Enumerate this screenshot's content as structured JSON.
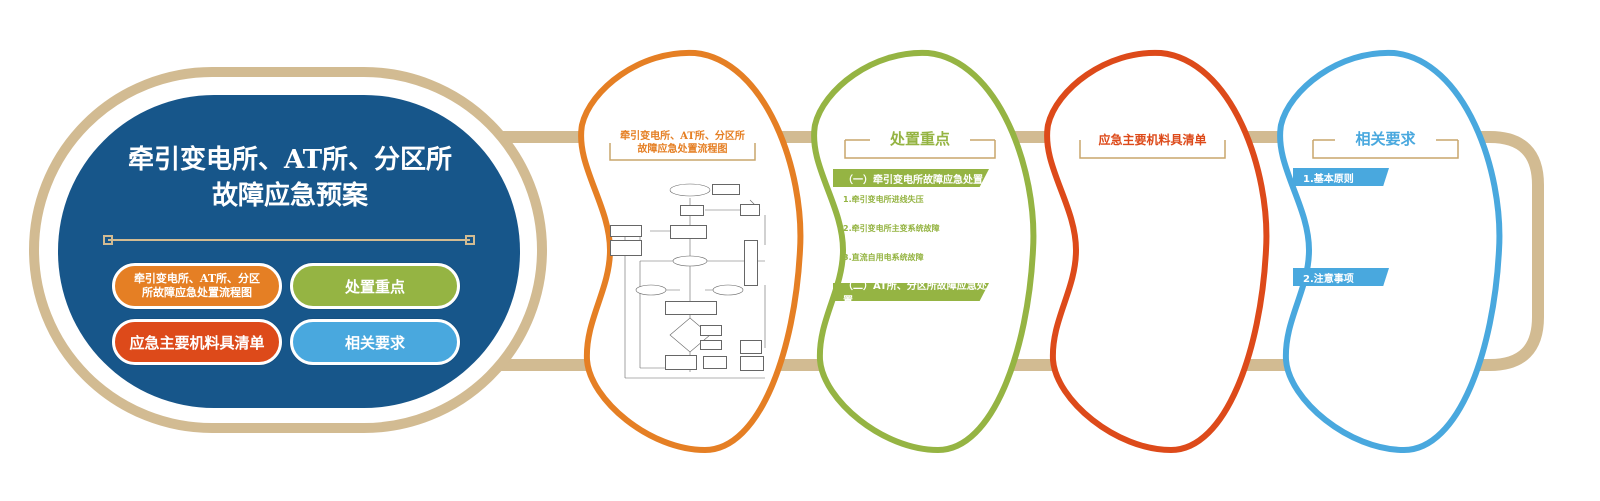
{
  "main_panel": {
    "title_line1": "牵引变电所、AT所、分区所",
    "title_line2": "故障应急预案",
    "buttons": [
      {
        "label": "牵引变电所、AT所、分区所故障应急处置流程图",
        "color": "#e57f24"
      },
      {
        "label": "处置重点",
        "color": "#95b443"
      },
      {
        "label": "应急主要机料具清单",
        "color": "#dd4a1a"
      },
      {
        "label": "相关要求",
        "color": "#49a8de"
      }
    ],
    "panel_color": "#17568a",
    "frame_color": "#d2bb92"
  },
  "card_flowchart": {
    "title_line1": "牵引变电所、AT所、分区所",
    "title_line2": "故障应急处置流程图",
    "color": "#e57f24"
  },
  "card_key_points": {
    "title": "处置重点",
    "color": "#95b443",
    "section1": "（一）牵引变电所故障应急处置",
    "items": [
      "1.牵引变电所进线失压",
      "2.牵引变电所主变系统故障",
      "3.直流自用电系统故障"
    ],
    "section2": "（二）AT所、分区所故障应急处置"
  },
  "card_materials": {
    "title": "应急主要机料具清单",
    "color": "#dd4a1a"
  },
  "card_requirements": {
    "title": "相关要求",
    "color": "#49a8de",
    "items": [
      "1.基本原则",
      "2.注意事项"
    ]
  }
}
